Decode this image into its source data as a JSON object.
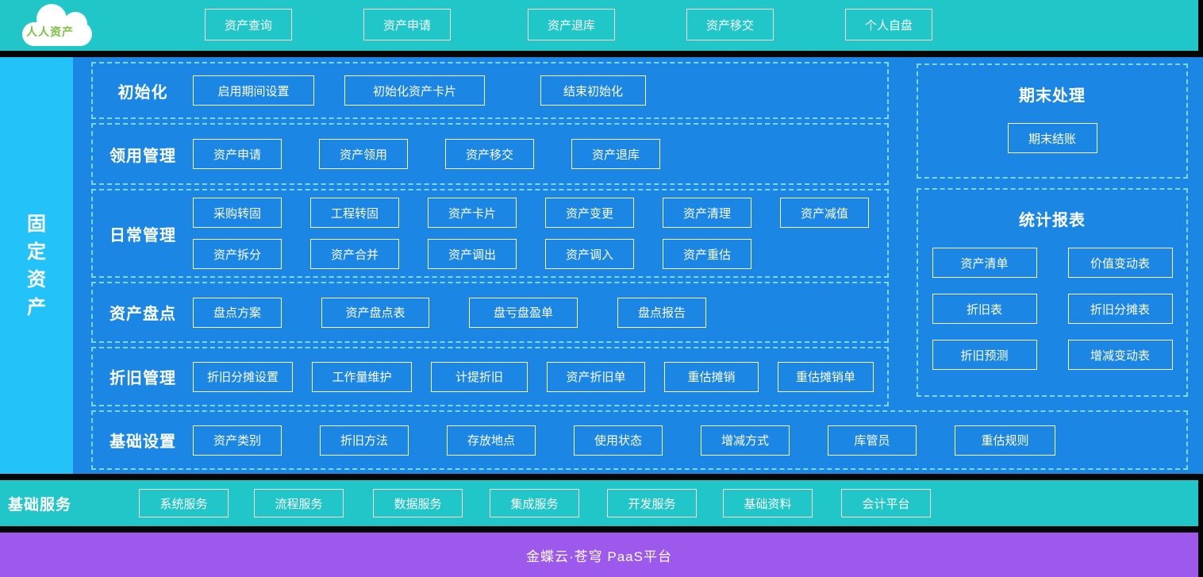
{
  "topbar": {
    "logo_text": "人人资产",
    "buttons": [
      "资产查询",
      "资产申请",
      "资产退库",
      "资产移交",
      "个人自盘"
    ]
  },
  "sidebar": {
    "title": "固定资产"
  },
  "sections": [
    {
      "label": "初始化",
      "buttons": [
        "启用期间设置",
        "初始化资产卡片",
        "结束初始化"
      ]
    },
    {
      "label": "领用管理",
      "buttons": [
        "资产申请",
        "资产领用",
        "资产移交",
        "资产退库"
      ]
    },
    {
      "label": "日常管理",
      "row1": [
        "采购转固",
        "工程转固",
        "资产卡片",
        "资产变更",
        "资产清理",
        "资产减值"
      ],
      "row2": [
        "资产拆分",
        "资产合并",
        "资产调出",
        "资产调入",
        "资产重估"
      ]
    },
    {
      "label": "资产盘点",
      "buttons": [
        "盘点方案",
        "资产盘点表",
        "盘亏盘盈单",
        "盘点报告"
      ]
    },
    {
      "label": "折旧管理",
      "buttons": [
        "折旧分摊设置",
        "工作量维护",
        "计提折旧",
        "资产折旧单",
        "重估摊销",
        "重估摊销单"
      ]
    },
    {
      "label": "基础设置",
      "buttons": [
        "资产类别",
        "折旧方法",
        "存放地点",
        "使用状态",
        "增减方式",
        "库管员",
        "重估规则"
      ]
    }
  ],
  "right_panels": [
    {
      "title": "期末处理",
      "buttons": [
        "期末结账"
      ]
    },
    {
      "title": "统计报表",
      "buttons": [
        "资产清单",
        "价值变动表",
        "折旧表",
        "折旧分摊表",
        "折旧预测",
        "增减变动表"
      ]
    }
  ],
  "services": {
    "label": "基础服务",
    "buttons": [
      "系统服务",
      "流程服务",
      "数据服务",
      "集成服务",
      "开发服务",
      "基础资料",
      "会计平台"
    ]
  },
  "platform": {
    "title": "金蝶云·苍穹 PaaS平台"
  },
  "colors": {
    "teal": "#21C6C8",
    "main_blue": "#1B86E4",
    "sidebar_blue": "#23C3FA",
    "purple": "#9C59EB",
    "logo_green": "#7CC244",
    "dashed_border": "#7ED8F7",
    "separator": "#060606"
  }
}
